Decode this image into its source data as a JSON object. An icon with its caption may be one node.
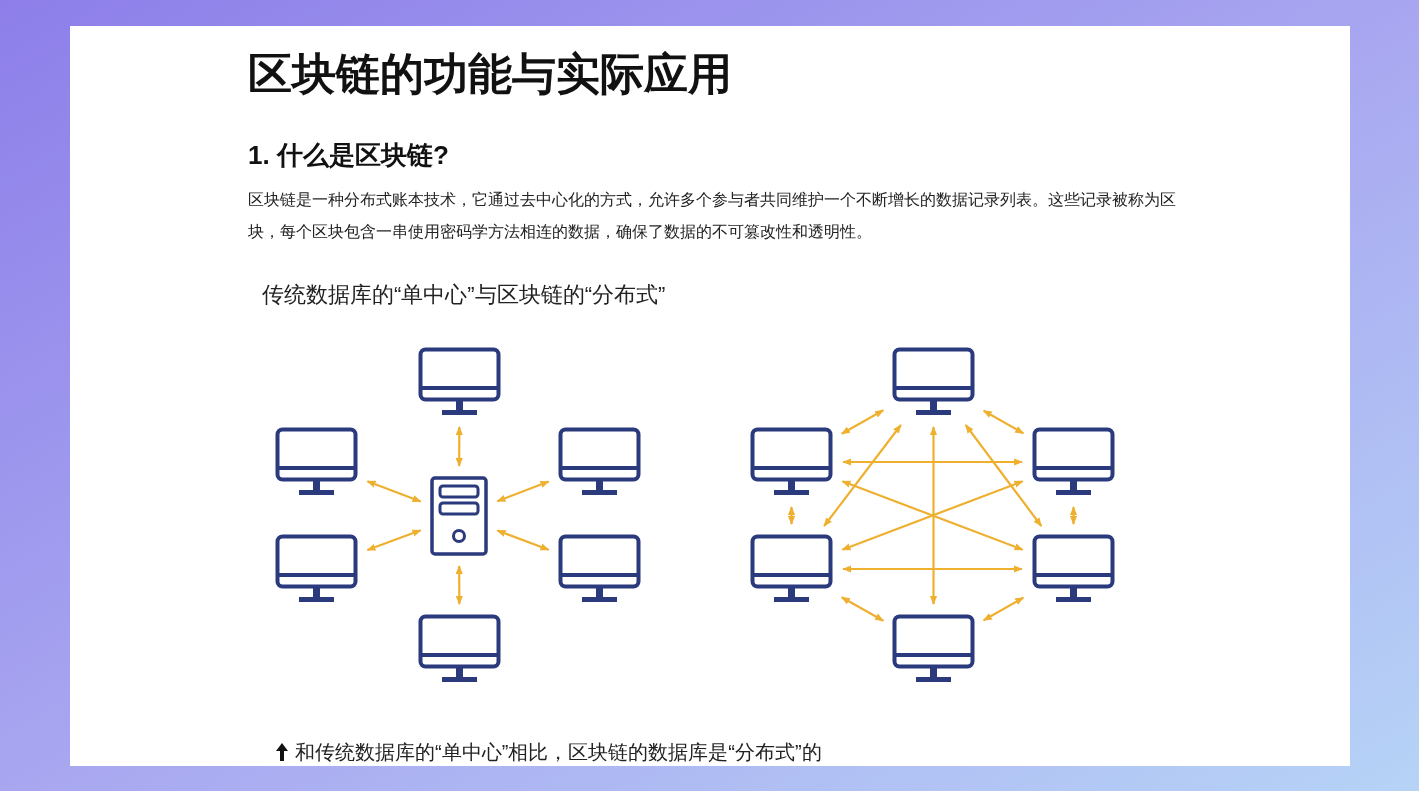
{
  "diagram": {
    "title": "区块链的功能与实际应用",
    "caption": "和传统数据库的“单中心”相比，区块链的数据库是“分布式”的",
    "labels": [
      "1. 什么是区块链?",
      "区块链是一种分布式账本技术，它通过去中心化的方式，允许多个参与者共同维护一个不断增长的数据记录列表。这些记录被称为区块，每个区块包含一串使用密码学方法相连的数据，确保了数据的不可篡改性和透明性。",
      "传统数据库的“单中心”与区块链的“分布式”"
    ],
    "nodes": [
      {
        "text": [],
        "shape": "picture"
      },
      {
        "text": [],
        "shape": "picture"
      },
      {
        "text": [],
        "shape": "picture"
      },
      {
        "text": [],
        "shape": "picture"
      },
      {
        "text": [],
        "shape": "picture"
      },
      {
        "text": [],
        "shape": "picture"
      },
      {
        "text": [],
        "shape": "picture"
      },
      {
        "text": [],
        "shape": "picture"
      },
      {
        "text": [],
        "shape": "picture"
      },
      {
        "text": [],
        "shape": "picture"
      },
      {
        "text": [],
        "shape": "picture"
      },
      {
        "text": [],
        "shape": "picture"
      },
      {
        "text": [],
        "shape": "picture"
      }
    ],
    "edges": [
      {
        "from": 3,
        "to": 0,
        "arrow": "both"
      },
      {
        "from": 3,
        "to": 1,
        "arrow": "both"
      },
      {
        "from": 3,
        "to": 2,
        "arrow": "both"
      },
      {
        "from": 3,
        "to": 4,
        "arrow": "both"
      },
      {
        "from": 3,
        "to": 5,
        "arrow": "both"
      },
      {
        "from": 3,
        "to": 6,
        "arrow": "both"
      },
      {
        "from": 7,
        "to": 8,
        "arrow": "both"
      },
      {
        "from": 7,
        "to": 9,
        "arrow": "both"
      },
      {
        "from": 8,
        "to": 10,
        "arrow": "both"
      },
      {
        "from": 9,
        "to": 11,
        "arrow": "both"
      },
      {
        "from": 10,
        "to": 12,
        "arrow": "both"
      },
      {
        "from": 11,
        "to": 12,
        "arrow": "both"
      },
      {
        "from": 8,
        "to": 9,
        "arrow": "both"
      },
      {
        "from": 10,
        "to": 11,
        "arrow": "both"
      },
      {
        "from": 8,
        "to": 11,
        "arrow": "both"
      },
      {
        "from": 10,
        "to": 9,
        "arrow": "both"
      },
      {
        "from": 7,
        "to": 12,
        "arrow": "both"
      },
      {
        "from": 7,
        "to": 10,
        "arrow": "both"
      },
      {
        "from": 7,
        "to": 11,
        "arrow": "both"
      }
    ]
  }
}
